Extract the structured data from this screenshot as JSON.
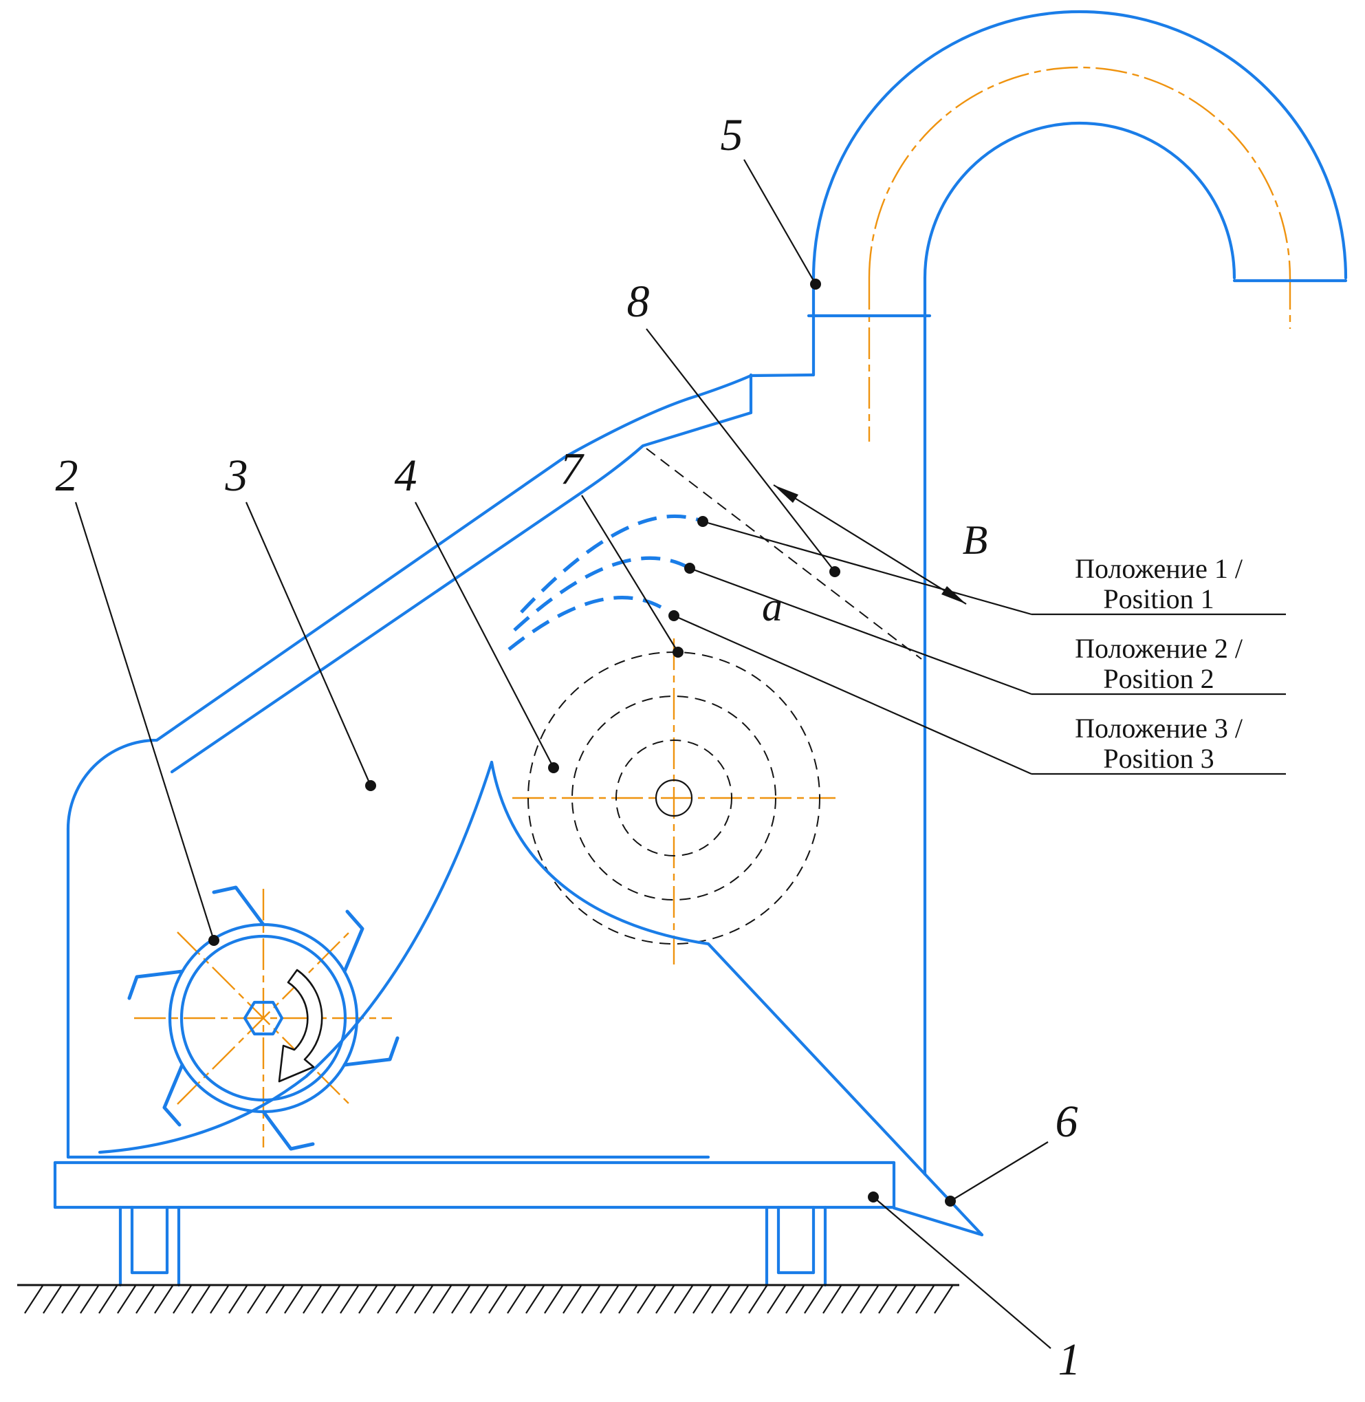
{
  "drawing": {
    "callouts": {
      "c1": "1",
      "c2": "2",
      "c3": "3",
      "c4": "4",
      "c5": "5",
      "c6": "6",
      "c7": "7",
      "c8": "8"
    },
    "letters": {
      "a": "a",
      "v": "В"
    },
    "positions": [
      {
        "ru": "Положение 1 /",
        "en": "Position 1"
      },
      {
        "ru": "Положение 2 /",
        "en": "Position 2"
      },
      {
        "ru": "Положение 3 /",
        "en": "Position 3"
      }
    ],
    "colors": {
      "line_blue": "#1a7de8",
      "centerline_orange": "#ef930f",
      "annotation_black": "#131313",
      "background": "#ffffff"
    }
  }
}
